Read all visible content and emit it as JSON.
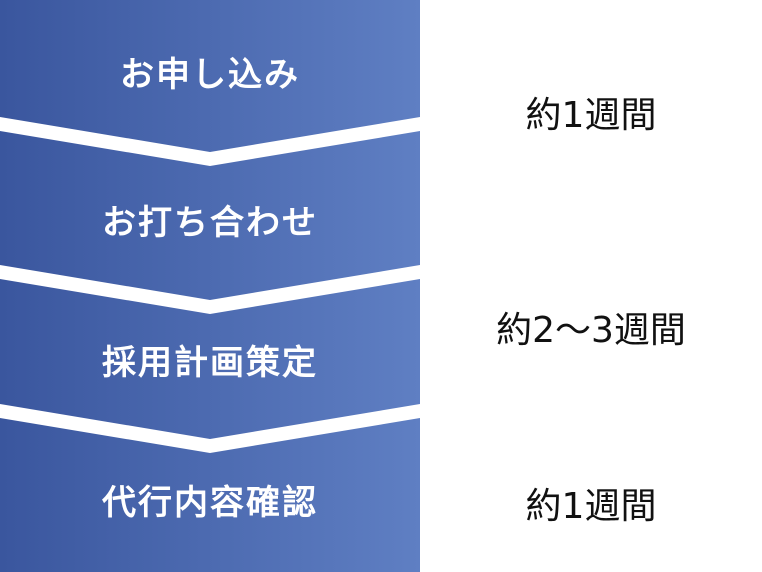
{
  "steps": [
    {
      "label": "お申し込み"
    },
    {
      "label": "お打ち合わせ"
    },
    {
      "label": "採用計画策定"
    },
    {
      "label": "代行内容確認"
    }
  ],
  "durations": [
    {
      "label": "約1週間"
    },
    {
      "label": "約2〜3週間"
    },
    {
      "label": "約1週間"
    }
  ],
  "colors": {
    "gradient_start": "#3a569e",
    "gradient_end": "#5f7fc3",
    "separator": "#ffffff",
    "step_text": "#ffffff",
    "duration_text": "#111111"
  }
}
